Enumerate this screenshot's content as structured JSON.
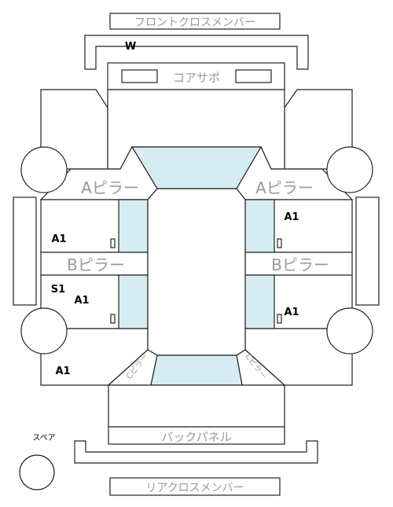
{
  "labels": {
    "front_cross_member": "フロントクロスメンバー",
    "core_support": "コアサポ",
    "a_pillar_left": "Aピラー",
    "a_pillar_right": "Aピラー",
    "b_pillar_left": "Bピラー",
    "b_pillar_right": "Bピラー",
    "back_panel": "バックパネル",
    "rear_cross_member": "リアクロスメンバー",
    "spare": "スペア",
    "c_pillar_left": "Cピラー",
    "c_pillar_right": "Cピラー"
  },
  "marks": {
    "front_w": "W",
    "front_right_door": "A1",
    "front_left_door": "A1",
    "rear_left_s": "S1",
    "rear_left_door": "A1",
    "rear_right_door": "A1",
    "rear_left_quarter": "A1"
  },
  "colors": {
    "glass": "#d6ecf3",
    "line": "#222222",
    "grey_text": "#9a9a9a"
  }
}
